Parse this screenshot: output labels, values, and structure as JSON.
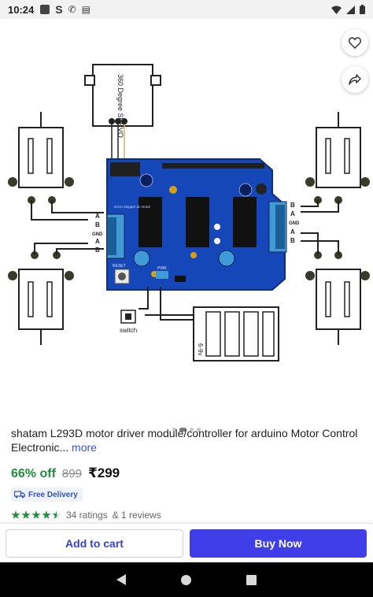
{
  "status_bar": {
    "time": "10:24",
    "icons": [
      "app-square-icon",
      "s-icon",
      "phone-icon",
      "calendar-icon",
      "wifi-icon",
      "signal-icon",
      "battery-icon"
    ]
  },
  "image": {
    "labels": {
      "servo": "360 Degree SERVO",
      "a": "A",
      "b": "B",
      "gnd": "GND",
      "switch": "switch",
      "battery": "6-9v",
      "reset": "RESET",
      "power": "PWR",
      "board_sub": "servo stepper dc motor"
    },
    "carousel": {
      "count": 4,
      "active_index": 1
    }
  },
  "product": {
    "title": "shatam L293D motor driver module/controller for arduino Motor Control Electronic...",
    "more": "more",
    "discount": "66% off",
    "mrp": "899",
    "price": "₹299",
    "delivery": "Free Delivery",
    "rating": 4.5,
    "ratings_text": "34 ratings",
    "reviews_text": "& 1 reviews"
  },
  "actions": {
    "add_to_cart": "Add to cart",
    "buy_now": "Buy Now"
  },
  "colors": {
    "accent": "#3f3ee8",
    "discount_green": "#1f8f3a",
    "board_blue": "#1547b8"
  }
}
